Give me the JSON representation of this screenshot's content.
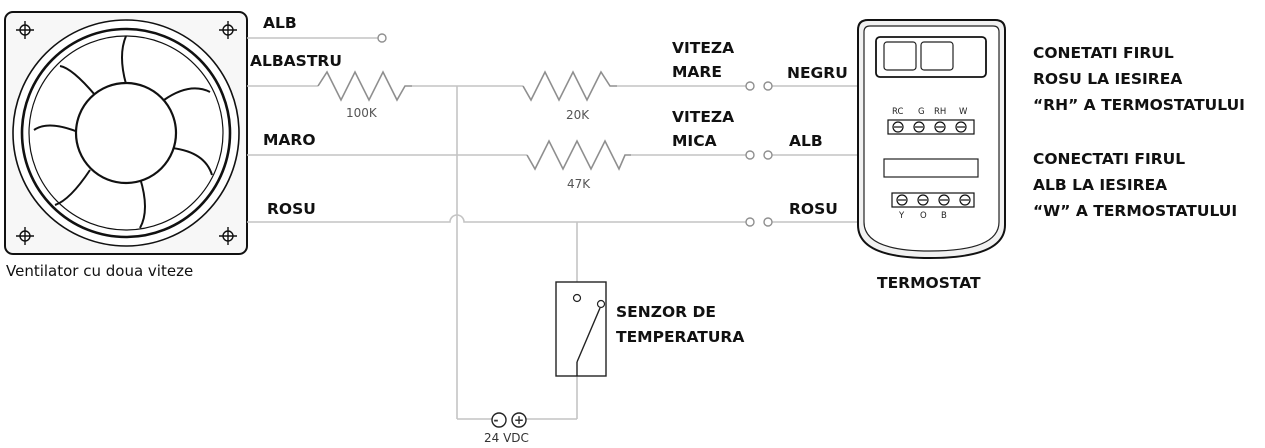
{
  "fan": {
    "caption": "Ventilator cu doua viteze"
  },
  "wires": {
    "alb": "ALB",
    "albastru": "ALBASTRU",
    "maro": "MARO",
    "rosu": "ROSU"
  },
  "resistors": {
    "r1": "100K",
    "r2": "20K",
    "r3": "47K"
  },
  "speeds": {
    "high_line1": "VITEZA",
    "high_line2": "MARE",
    "low_line1": "VITEZA",
    "low_line2": "MICA"
  },
  "connections": {
    "negru": "NEGRU",
    "alb": "ALB",
    "rosu": "ROSU"
  },
  "sensor": {
    "line1": "SENZOR DE",
    "line2": "TEMPERATURA"
  },
  "power": {
    "minus": "-",
    "plus": "+",
    "label": "24 VDC"
  },
  "thermostat": {
    "caption": "TERMOSTAT",
    "top_terminals": [
      "RC",
      "G",
      "RH",
      "W"
    ],
    "bottom_terminals": [
      "Y",
      "O",
      "B"
    ]
  },
  "notes": {
    "note1": [
      "CONETATI FIRUL",
      "ROSU LA IESIREA",
      "“RH” A TERMOSTATULUI"
    ],
    "note2": [
      "CONECTATI FIRUL",
      "ALB LA IESIREA",
      "“W” A TERMOSTATULUI"
    ]
  }
}
